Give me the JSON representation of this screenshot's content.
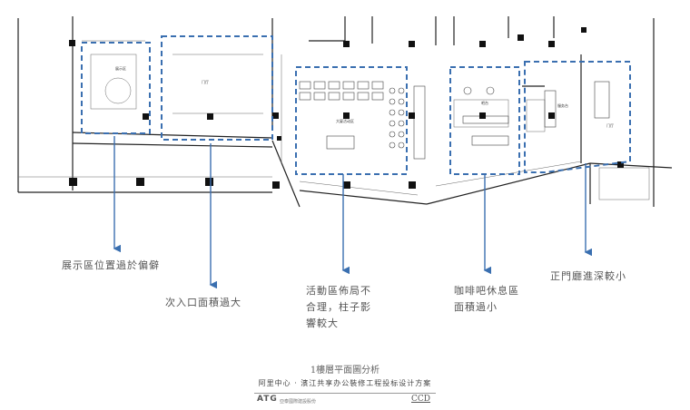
{
  "plan": {
    "labels": [
      "展示区",
      "门厅",
      "大厦活动区",
      "服务台",
      "门厅",
      "吧台"
    ],
    "notes": [
      {
        "text": "展示區位置過於偏僻"
      },
      {
        "text": "次入口面積過大"
      },
      {
        "text": "活動區佈局不\n合理，柱子影\n響較大"
      },
      {
        "text": "咖啡吧休息區\n面積過小"
      },
      {
        "text": "正門廳進深較小"
      }
    ]
  },
  "footer": {
    "title": "1樓層平面圖分析",
    "subtitle": "阿里中心 · 濱江共享办公裝修工程投标设计方案",
    "brand_left": "ATG",
    "brand_left_sub": "亞泰國際建設股份",
    "brand_right": "CCD"
  },
  "colors": {
    "highlight": "#3a6fb0",
    "lines": "#222222"
  }
}
